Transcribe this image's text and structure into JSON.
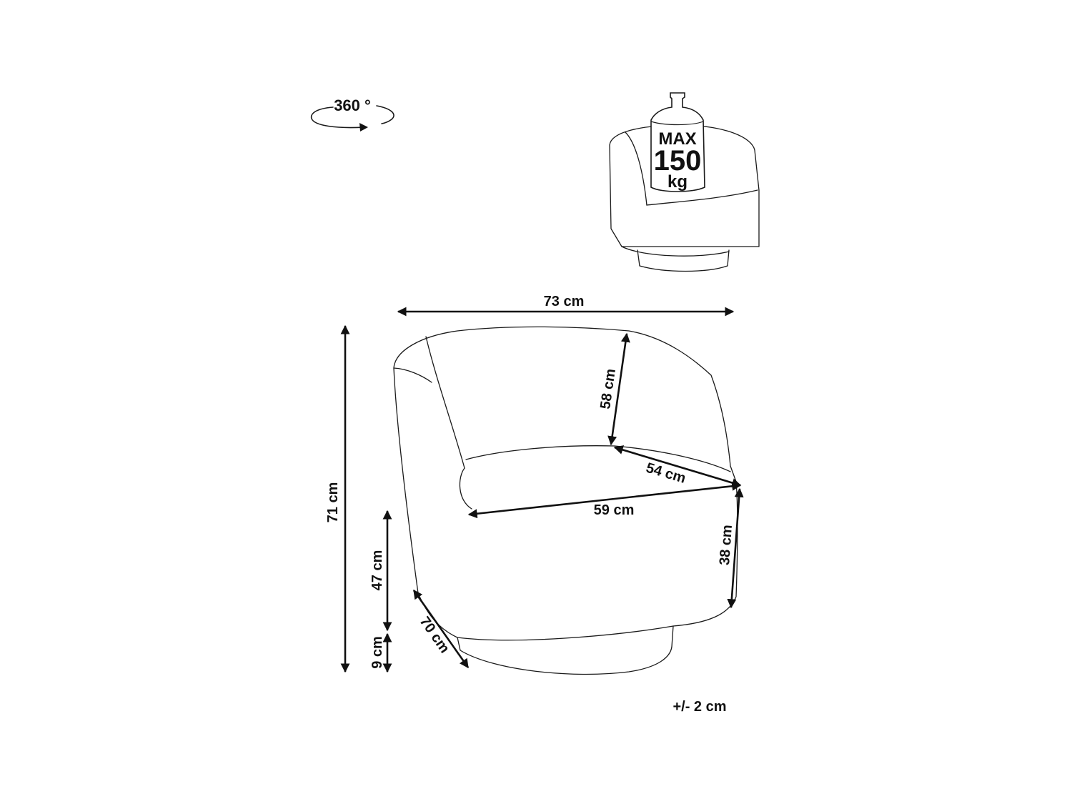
{
  "rotation_label": "360 °",
  "max_load": {
    "line1": "MAX",
    "line2": "150",
    "line3": "kg"
  },
  "dimensions": {
    "width": "73 cm",
    "height": "71 cm",
    "backrest_height": "58 cm",
    "seat_depth": "54 cm",
    "seat_width": "59 cm",
    "seat_height": "47 cm",
    "base_height": "9 cm",
    "depth": "70 cm",
    "armrest_height": "38 cm"
  },
  "tolerance": "+/- 2 cm",
  "colors": {
    "line": "#1a1a1a",
    "text": "#111111",
    "background": "#ffffff"
  }
}
